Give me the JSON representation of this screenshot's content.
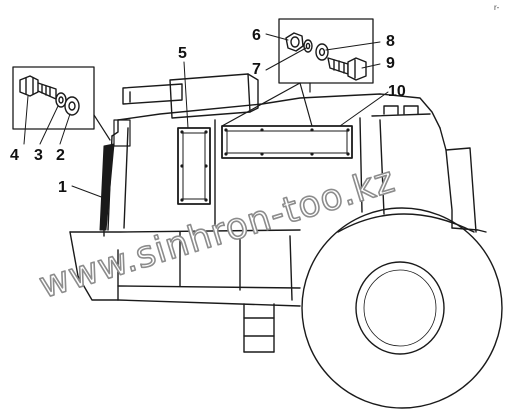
{
  "diagram": {
    "callouts": {
      "n1": "1",
      "n2": "2",
      "n3": "3",
      "n4": "4",
      "n5": "5",
      "n6": "6",
      "n7": "7",
      "n8": "8",
      "n9": "9",
      "n10": "10"
    },
    "watermark": "www.sinhron-too.kz",
    "corner_mark": "r-"
  }
}
